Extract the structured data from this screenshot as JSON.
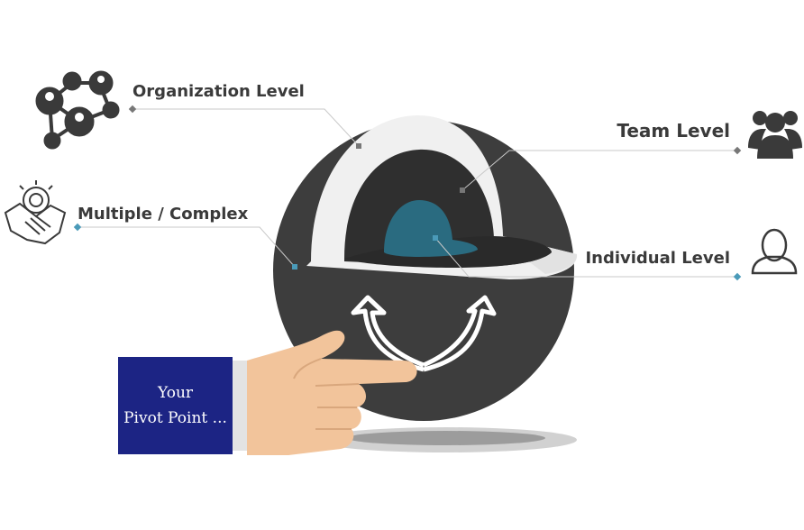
{
  "levels": {
    "organization": "Organization Level",
    "team": "Team Level",
    "multiple": "Multiple / Complex",
    "individual": "Individual Level"
  },
  "pivot": {
    "line1": "Your",
    "line2": "Pivot Point ..."
  },
  "colors": {
    "sphere_dark": "#3d3d3d",
    "sphere_white": "#f0f0f0",
    "sphere_inner": "#2f2f2f",
    "core": "#2a6b80",
    "cuff": "#1c2484",
    "hand": "#f2c49b",
    "label_text": "#3a3a3a",
    "connector_line": "#c8c8c8",
    "marker_blue": "#4a9ab8",
    "marker_gray": "#777777"
  },
  "icons": {
    "organization": "network-people-icon",
    "multiple": "handshake-gear-icon",
    "team": "group-icon",
    "individual": "person-icon"
  }
}
